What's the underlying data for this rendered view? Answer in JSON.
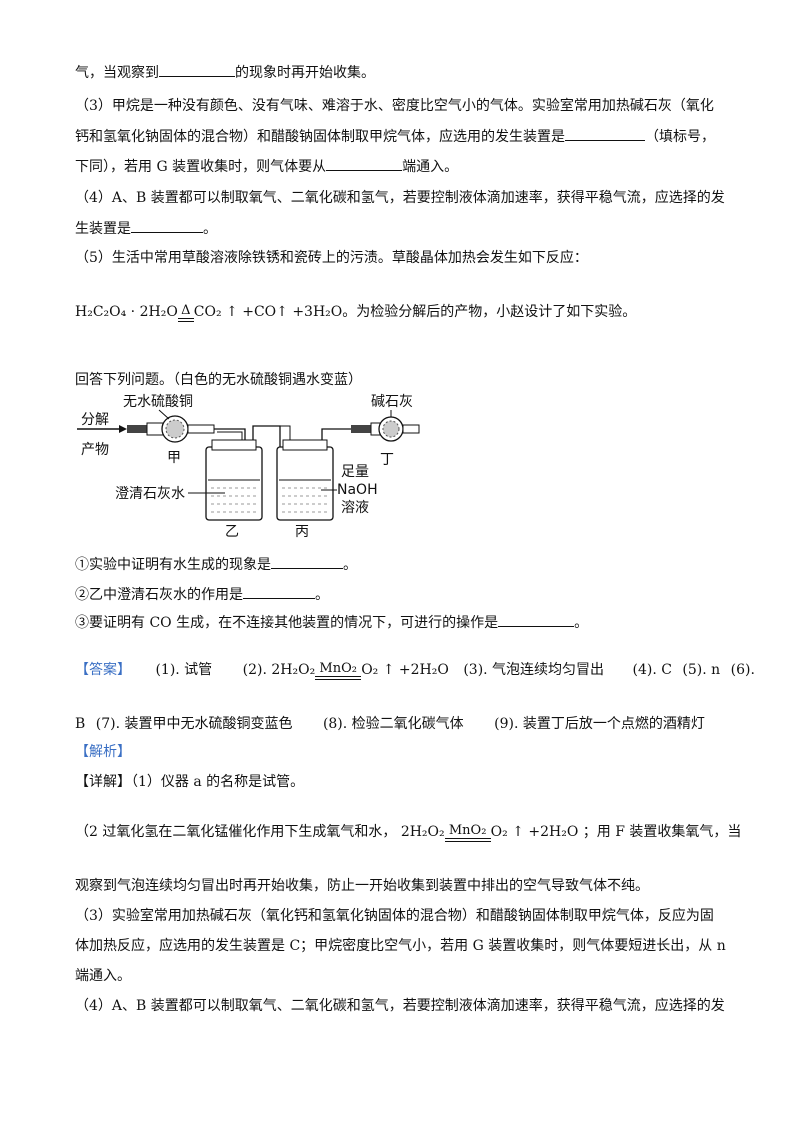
{
  "lines": {
    "l1": "气，当观察到",
    "l1b": "的现象时再开始收集。",
    "l2": "（3）甲烷是一种没有颜色、没有气味、难溶于水、密度比空气小的气体。实验室常用加热碱石灰（氧化",
    "l3a": "钙和氢氧化钠固体的混合物）和醋酸钠固体制取甲烷气体，应选用的发生装置是",
    "l3b": "（填标号，",
    "l4a": "下同），若用 G 装置收集时，则气体要从",
    "l4b": "端通入。",
    "l5": "（4）A、B 装置都可以制取氧气、二氧化碳和氢气，若要控制液体滴加速率，获得平稳气流，应选择的发",
    "l6a": "生装置是",
    "l6b": "。",
    "l7": "（5）生活中常用草酸溶液除铁锈和瓷砖上的污渍。草酸晶体加热会发生如下反应：",
    "l8tail": "。为检验分解后的产物，小赵设计了如下实验。",
    "l9": "回答下列问题。（白色的无水硫酸铜遇水变蓝）",
    "q1a": "①实验中证明有水生成的现象是",
    "q1b": "。",
    "q2a": "②乙中澄清石灰水的作用是",
    "q2b": "。",
    "q3a": "③要证明有 CO 生成，在不连接其他装置的情况下，可进行的操作是",
    "q3b": "。"
  },
  "answer": {
    "tag": "【答案】",
    "a1": "(1). 试管",
    "a2": "(2).",
    "a3": "(3). 气泡连续均匀冒出",
    "a4": "(4). C",
    "a5": "(5). n",
    "a6": "(6).",
    "a6b": "B",
    "a7": "(7). 装置甲中无水硫酸铜变蓝色",
    "a8": "(8). 检验二氧化碳气体",
    "a9": "(9). 装置丁后放一个点燃的酒精灯"
  },
  "analysis": {
    "tag": "【解析】",
    "d1tag": "【详解】",
    "d1": "（1）仪器 a 的名称是试管。",
    "d2a": "（2 过氧化氢在二氧化锰催化作用下生成氧气和水，",
    "d2b": "；用 F 装置收集氧气，当",
    "d3": "观察到气泡连续均匀冒出时再开始收集，防止一开始收集到装置中排出的空气导致气体不纯。",
    "d4": "（3）实验室常用加热碱石灰（氧化钙和氢氧化钠固体的混合物）和醋酸钠固体制取甲烷气体，反应为固",
    "d5": "体加热反应，应选用的发生装置是 C；甲烷密度比空气小，若用 G 装置收集时，则气体要短进长出，从 n",
    "d6": "端通入。",
    "d7": "（4）A、B 装置都可以制取氧气、二氧化碳和氢气，若要控制液体滴加速率，获得平稳气流，应选择的发"
  },
  "formulas": {
    "oxalic_left": "H₂C₂O₄ · 2H₂O",
    "oxalic_cond": "Δ",
    "oxalic_right": "CO₂ ↑ +CO↑ +3H₂O",
    "h2o2_left": "2H₂O₂",
    "h2o2_cond": "MnO₂",
    "h2o2_right": "O₂ ↑ +2H₂O"
  },
  "diagram": {
    "in_label_1": "分解",
    "in_label_2": "产物",
    "cuso4": "无水硫酸铜",
    "jia": "甲",
    "limewater": "澄清石灰水",
    "yi": "乙",
    "bing": "丙",
    "naoh_1": "足量",
    "naoh_2": "NaOH",
    "naoh_3": "溶液",
    "sodalime": "碱石灰",
    "ding": "丁"
  }
}
